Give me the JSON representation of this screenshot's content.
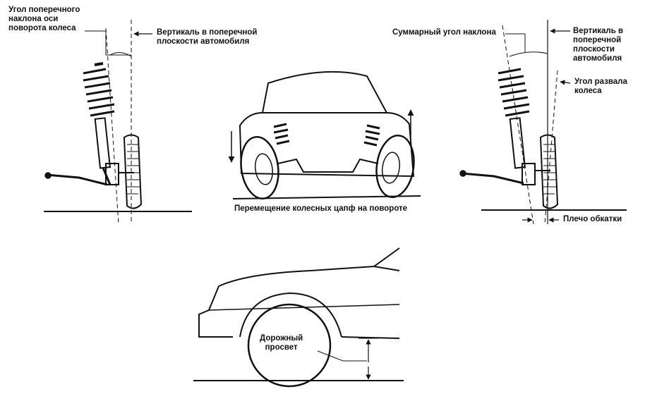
{
  "figure": {
    "left_panel": {
      "caster_angle_label": "Угол поперечного\nнаклона оси\nповорота колеса",
      "vertical_label": "Вертикаль в поперечной\nплоскости автомобиля"
    },
    "center_panel": {
      "caption": "Перемещение колесных цапф на повороте"
    },
    "right_panel": {
      "total_angle_label": "Суммарный угол наклона",
      "vertical_label": "Вертикаль в\nпоперечной\nплоскости\nавтомобиля",
      "camber_label": "Угол развала\nколеса",
      "scrub_radius_label": "Плечо обкатки"
    },
    "bottom_panel": {
      "ground_clearance_label": "Дорожный\nпросвет"
    }
  },
  "colors": {
    "ink": "#111111",
    "background": "#ffffff"
  }
}
